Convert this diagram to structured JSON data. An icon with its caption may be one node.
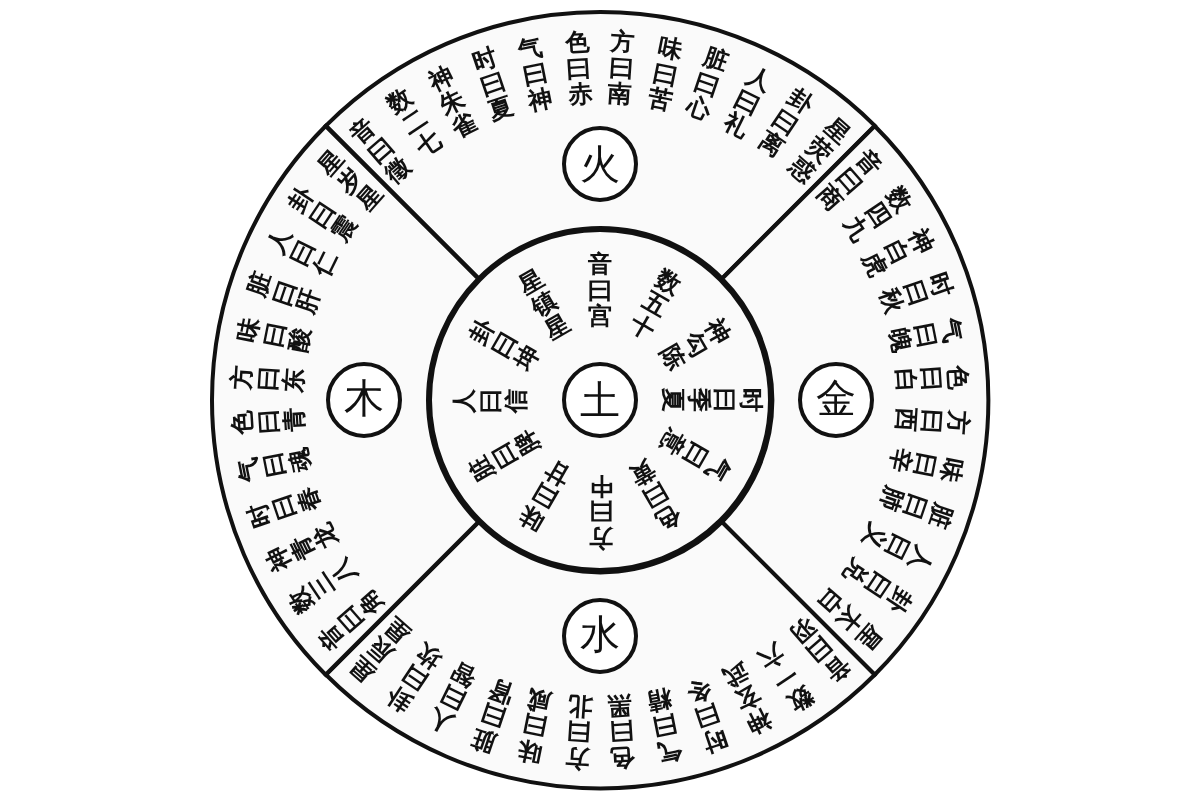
{
  "diagram": {
    "nodes": [
      {
        "text": [
          "音曰徵",
          "数二七",
          "神朱雀",
          "时曰夏",
          "气曰神",
          "色曰赤",
          "方曰南",
          "味曰苦",
          "脏曰心",
          "人曰礼",
          "卦曰离",
          "星荧惑"
        ]
      },
      {
        "text": [
          "火"
        ],
        "in": 0
      },
      {
        "text": [
          "音曰商",
          "数四九",
          "神白虎",
          "时曰秋",
          "气曰魄",
          "色曰白",
          "方曰西",
          "味曰辛",
          "脏曰肺",
          "人曰义",
          "卦曰兑",
          "星太白"
        ]
      },
      {
        "text": [
          "金"
        ],
        "in": 2
      },
      {
        "text": [
          "音曰羽",
          "数一六",
          "神玄武",
          "时曰冬",
          "气曰精",
          "色曰黑",
          "方曰北",
          "味曰咸",
          "脏曰肾",
          "人曰智",
          "卦曰坎",
          "星辰星"
        ]
      },
      {
        "text": [
          "水"
        ],
        "in": 4
      },
      {
        "text": [
          "音曰角",
          "数三八",
          "神青龙",
          "时曰春",
          "气曰魂",
          "色曰青",
          "方曰东",
          "味曰酸",
          "脏曰肝",
          "人曰仁",
          "卦曰震",
          "星岁星"
        ]
      },
      {
        "text": [
          "木"
        ],
        "in": 6
      },
      {
        "text": [
          "音曰宫",
          "数五十",
          "神勾陈",
          "时曰季夏",
          "气曰意",
          "色曰黄",
          "方曰中",
          "味曰甘",
          "脏曰脾",
          "人曰信",
          "卦曰坤",
          "星镇星"
        ]
      },
      {
        "text": [
          "土"
        ],
        "in": 8
      }
    ]
  }
}
